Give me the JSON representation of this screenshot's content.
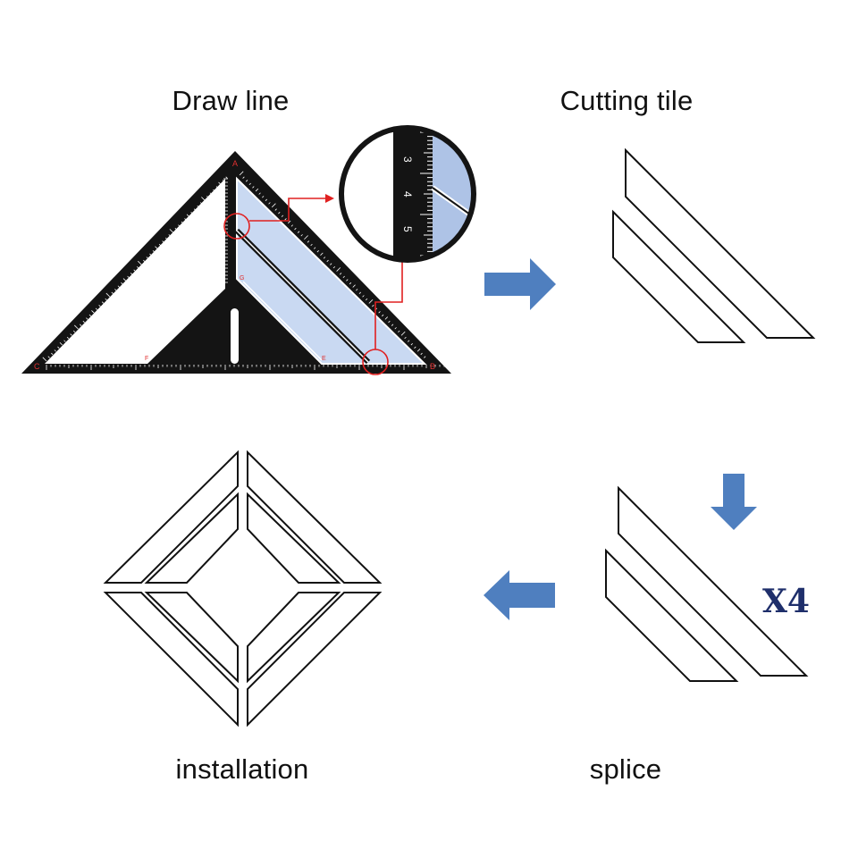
{
  "steps": {
    "draw_line": "Draw line",
    "cutting_tile": "Cutting tile",
    "splice": "splice",
    "installation": "installation"
  },
  "ruler": {
    "corner_labels": [
      "A",
      "B",
      "C",
      "E",
      "F",
      "G"
    ],
    "magnifier_ticks": [
      "3",
      "4",
      "5"
    ]
  },
  "multiplier": "X4",
  "colors": {
    "ruler_body": "#141414",
    "glass_fill": "#c9d9f2",
    "arrow_fill": "#4f7fbf",
    "callout_red": "#e02020",
    "outline": "#111111"
  }
}
